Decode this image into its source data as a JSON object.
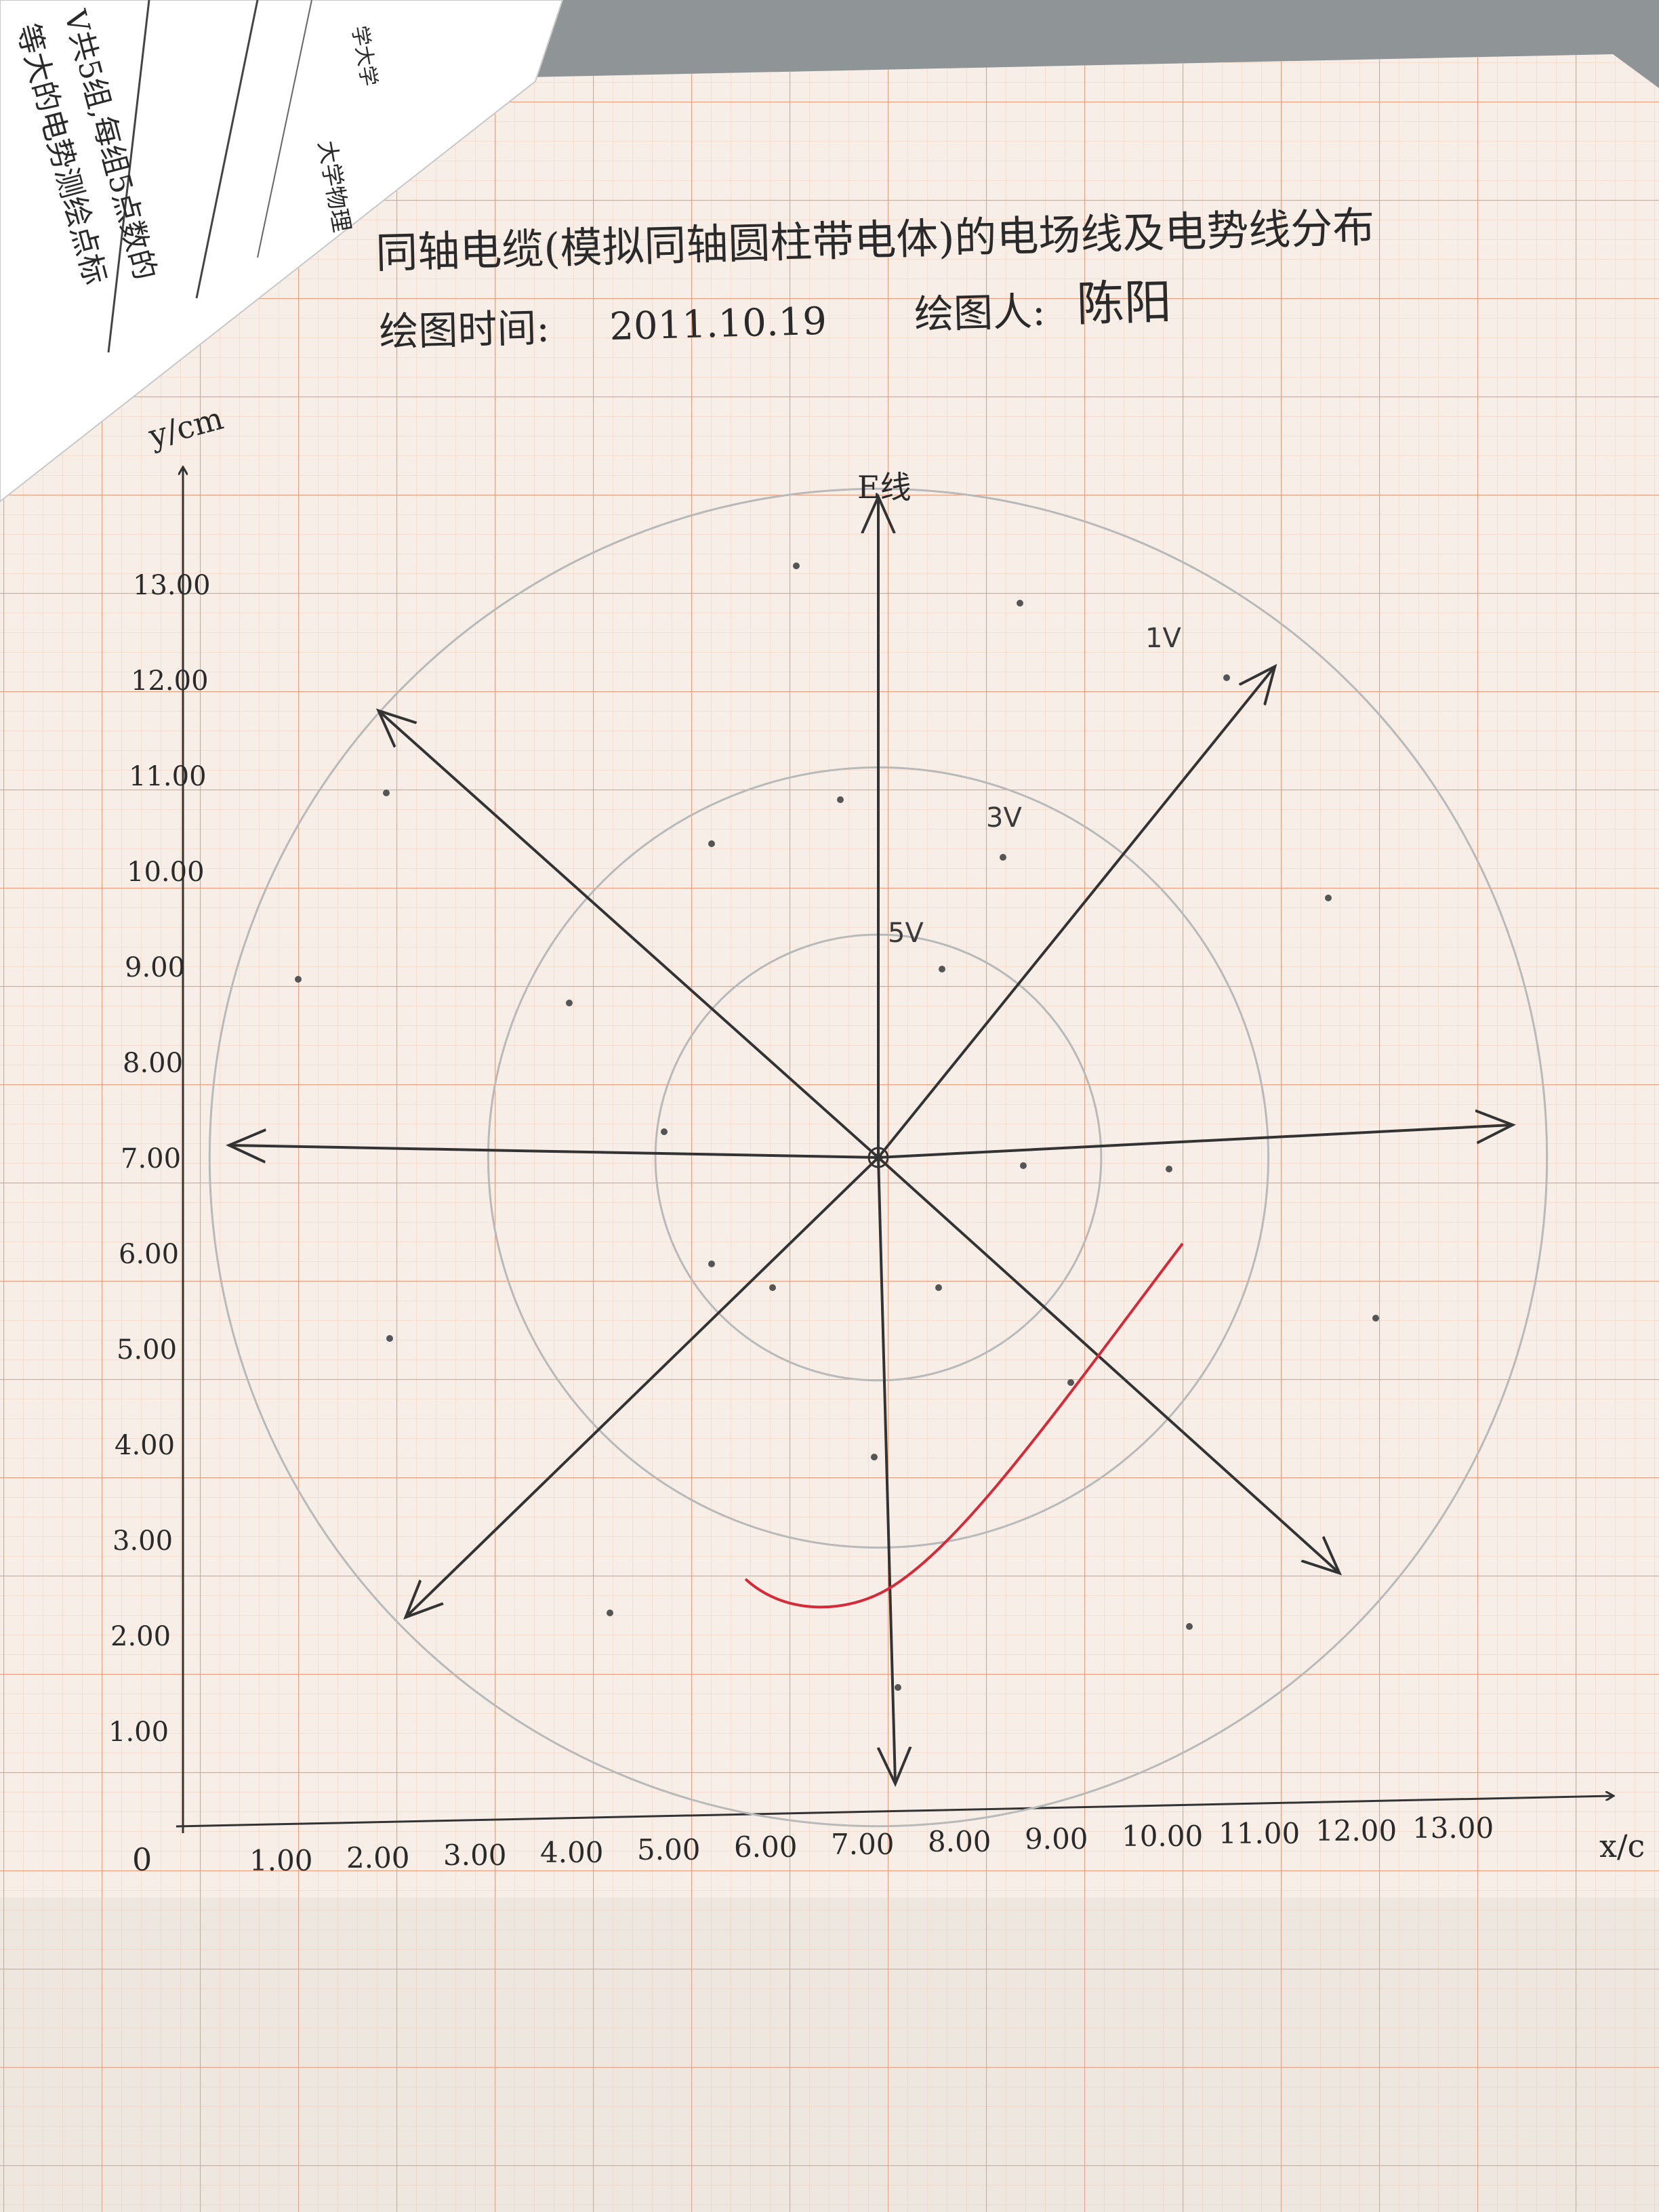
{
  "header": {
    "title": "同轴电缆(模拟同轴圆柱带电体)的电场线及电势线分布",
    "date_label": "绘图时间:",
    "date_value": "2011.10.19",
    "author_label": "绘图人:",
    "author_value": "陈阳"
  },
  "side_sheet": {
    "lines": [
      "学大学",
      "大学物理",
      "V共5组,每组5点数的",
      "等大的电势测绘点标"
    ]
  },
  "plot": {
    "y_axis_label": "y/cm",
    "x_axis_label": "x/c",
    "origin_label": "0",
    "x_ticks": [
      "1.00",
      "2.00",
      "3.00",
      "4.00",
      "5.00",
      "6.00",
      "7.00",
      "8.00",
      "9.00",
      "10.00",
      "11.00",
      "12.00",
      "13.00"
    ],
    "y_ticks": [
      "1.00",
      "2.00",
      "3.00",
      "4.00",
      "5.00",
      "6.00",
      "7.00",
      "8.00",
      "9.00",
      "10.00",
      "11.00",
      "12.00",
      "13.00"
    ],
    "field_line_label": "E线",
    "equipotentials": [
      {
        "label": "5V",
        "r_cm": 2.0
      },
      {
        "label": "3V",
        "r_cm": 3.5
      },
      {
        "label": "1V",
        "r_cm": 6.0
      }
    ],
    "center_cm": [
      7.0,
      7.0
    ],
    "colors": {
      "paper": "#f6eee6",
      "grid_minor": "#f3c8b0",
      "grid_major": "#e9a07f",
      "pencil": "#333333",
      "circles": "#b9b9b9",
      "red_curve": "#d42a3a"
    }
  }
}
